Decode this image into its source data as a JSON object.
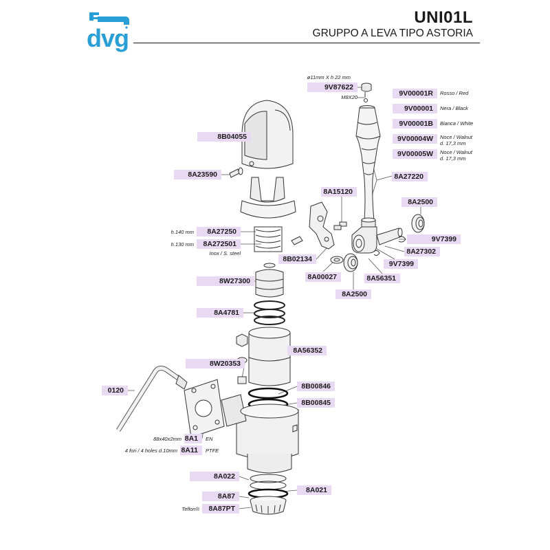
{
  "header": {
    "logo_text": "dvg",
    "brand_color": "#2a9fd6",
    "code": "UNI01L",
    "subtitle": "GRUPPO A LEVA TIPO ASTORIA"
  },
  "tag_color": "#e8daf3",
  "parts": {
    "p9V87622": "9V87622",
    "p9V00001R": "9V00001R",
    "p9V00001": "9V00001",
    "p9V00001B": "9V00001B",
    "p9V00004W": "9V00004W",
    "p9V00005W": "9V00005W",
    "p8B04055": "8B04055",
    "p8A23590": "8A23590",
    "p8A27220": "8A27220",
    "p8A15120": "8A15120",
    "p8A2500_top": "8A2500",
    "p8A27250": "8A27250",
    "p8A272501": "8A272501",
    "p9V7399_right": "9V7399",
    "p8A27302": "8A27302",
    "p8B02134": "8B02134",
    "p9V7399_bottom": "9V7399",
    "p8A00027": "8A00027",
    "p8A56351": "8A56351",
    "p8W27300": "8W27300",
    "p8A2500_bottom": "8A2500",
    "p8A4781": "8A4781",
    "p8A56352": "8A56352",
    "p8W20353": "8W20353",
    "p0120": "0120",
    "p8B00846": "8B00846",
    "p8B00845": "8B00845",
    "p8A1": "8A1",
    "p8A11": "8A11",
    "p8A022": "8A022",
    "p8A021": "8A021",
    "p8A87": "8A87",
    "p8A87PT": "8A87PT"
  },
  "notes": {
    "knob_size": "ø11mm X h 22 mm",
    "screw": "M8X20",
    "red": "Rosso / Red",
    "black": "Nera / Black",
    "white": "Bianca / White",
    "walnut1": "Noce / Walnut\nd. 17,3 mm",
    "walnut2": "Noce / Walnut\nd. 17,3 mm",
    "h140": "h.140 mm",
    "h130": "h.130 mm",
    "inox": "Inox / S. steel",
    "flange_size": "88x40x2mm",
    "holes": "4 fori / 4 holes d.10mm",
    "en": "EN",
    "ptfe": "PTFE",
    "teflon": "Teflon®"
  }
}
